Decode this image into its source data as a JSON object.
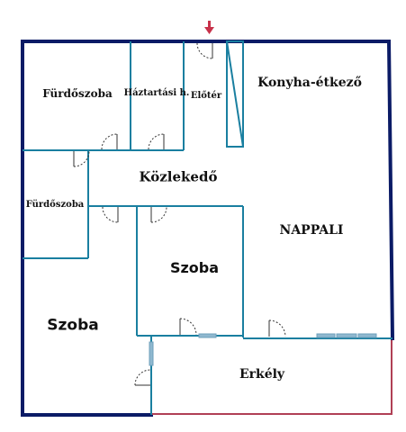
{
  "plan": {
    "colors": {
      "outer_wall": "#0b1b66",
      "inner_wall": "#1a7fa0",
      "balcony_edge": "#b04055",
      "entrance_arrow": "#c8324a",
      "door": "#333333",
      "window": "#8fb8cf"
    },
    "rooms": [
      {
        "id": "furdoszoba-top",
        "label": "Fürdőszoba"
      },
      {
        "id": "haztartasi",
        "label": "Háztartási h."
      },
      {
        "id": "eloter",
        "label": "Előtér"
      },
      {
        "id": "konyha",
        "label": "Konyha-étkező"
      },
      {
        "id": "kozlekedo",
        "label": "Közlekedő"
      },
      {
        "id": "furdoszoba-left",
        "label": "Fürdőszoba"
      },
      {
        "id": "nappali",
        "label": "NAPPALI"
      },
      {
        "id": "szoba-middle",
        "label": "Szoba"
      },
      {
        "id": "szoba-left",
        "label": "Szoba"
      },
      {
        "id": "erkely",
        "label": "Erkély"
      }
    ],
    "entrance_icon": "down-arrow-icon"
  }
}
